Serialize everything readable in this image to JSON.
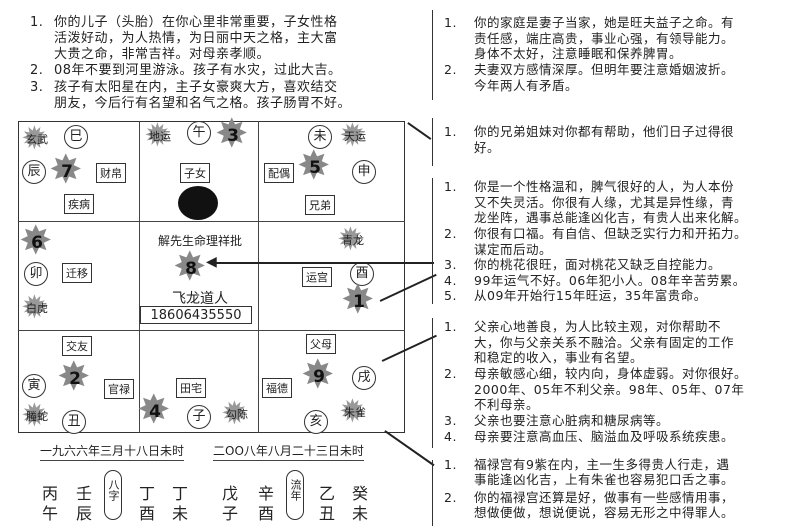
{
  "left_notes": [
    {
      "n": "1.",
      "lines": [
        "你的儿子（头胎）在你心里非常重要，子女性格",
        "活泼好动，为人热情，为日丽中天之格，主大富",
        "大贵之命，非常吉祥。对母亲孝顺。"
      ]
    },
    {
      "n": "2.",
      "lines": [
        "08年不要到河里游泳。孩子有水灾，过此大吉。"
      ]
    },
    {
      "n": "3.",
      "lines": [
        "孩子有太阳星在内，主子女豪爽大方，喜欢结交",
        "朋友，今后行有名望和名气之格。孩子肠胃不好。"
      ]
    }
  ],
  "right_notes": [
    {
      "n": "1.",
      "lines": [
        "你的家庭是妻子当家，她是旺夫益子之命。有",
        "责任感，端庄高贵，事业心强，有领导能力。",
        "身体不太好，注意睡眠和保养脾胃。"
      ]
    },
    {
      "n": "2.",
      "lines": [
        "夫妻双方感情深厚。但明年要注意婚姻波折。",
        "今年两人有矛盾。"
      ]
    },
    {
      "n": "1.",
      "lines": [
        "你的兄弟姐妹对你都有帮助，他们日子过得很",
        "好。"
      ]
    },
    {
      "n": "1.",
      "lines": [
        "你是一个性格温和，脾气很好的人，为人本份",
        "又不失灵活。你很有人缘，尤其是异性缘，青",
        "龙坐阵，遇事总能逢凶化吉，有贵人出来化解。"
      ]
    },
    {
      "n": "2.",
      "lines": [
        "你很有口福。有自信、但缺乏实行力和开拓力。",
        "谋定而后动。"
      ]
    },
    {
      "n": "3.",
      "lines": [
        "你的桃花很旺，面对桃花又缺乏自控能力。"
      ]
    },
    {
      "n": "4.",
      "lines": [
        "99年运气不好。06年犯小人。08年辛苦劳累。"
      ]
    },
    {
      "n": "5.",
      "lines": [
        "从09年开始行15年旺运，35年富贵命。"
      ]
    },
    {
      "n": "1.",
      "lines": [
        "父亲心地善良，为人比较主观，对你帮助不",
        "大，你与父亲关系不融洽。父亲有固定的工作",
        "和稳定的收入，事业有名望。"
      ]
    },
    {
      "n": "2.",
      "lines": [
        "母亲敏感心细，较内向，身体虚弱。对你很好。",
        "2000年、05年不利父亲。98年、05年、07年",
        "不利母亲。"
      ]
    },
    {
      "n": "3.",
      "lines": [
        "父亲也要注意心脏病和糖尿病等。"
      ]
    },
    {
      "n": "4.",
      "lines": [
        "母亲要注意高血压、脑溢血及呼吸系统疾患。"
      ]
    },
    {
      "n": "1.",
      "lines": [
        "福禄宫有9紫在内，主一生多得贵人行走，遇",
        "事能逢凶化吉，上有朱雀也容易犯口舌之事。"
      ]
    },
    {
      "n": "2.",
      "lines": [
        "你的福禄宫还算是好，做事有一些感情用事，",
        "想做便做，想说便说，容易无形之中得罪人。"
      ]
    }
  ],
  "chart": {
    "branches": {
      "si": "巳",
      "wu": "午",
      "wei": "未",
      "shen": "申",
      "chen": "辰",
      "you": "酉",
      "mao": "卯",
      "yin": "寅",
      "chou": "丑",
      "zi": "子",
      "hai": "亥",
      "xu": "戌"
    },
    "stars": {
      "s7": "7",
      "s3": "3",
      "s5": "5",
      "s6": "6",
      "s8": "8",
      "s1": "1",
      "s2": "2",
      "s4": "4",
      "s9": "9"
    },
    "badges": {
      "xuanwu": "玄武",
      "diyun": "地运",
      "tianyun": "天运",
      "qinglong": "青龙",
      "baihu": "白虎",
      "tengshe": "螣蛇",
      "goulian": "勾陈",
      "zhuque": "朱雀"
    },
    "palaces": {
      "caibo": "财帛",
      "jibing": "疾病",
      "zinv": "子女",
      "peiou": "配偶",
      "xiongdi": "兄弟",
      "qianyi": "迁移",
      "yungong": "运宫",
      "jiaoyou": "交友",
      "fumu": "父母",
      "guanlu": "官禄",
      "tianzhai": "田宅",
      "fude": "福德"
    },
    "center_title": "解先生命理祥批",
    "center_name": "飞龙道人",
    "center_phone": "18606435550"
  },
  "dates": {
    "birth": "一九六六年三月十八日未时",
    "flow": "二OO八年八月二十三日未时"
  },
  "pillars": {
    "bazi_top": [
      "丙",
      "壬",
      "丁",
      "丁"
    ],
    "bazi_bottom": [
      "午",
      "辰",
      "酉",
      "未"
    ],
    "bazi_label": "八字",
    "liunian_top": [
      "戊",
      "辛",
      "乙",
      "癸"
    ],
    "liunian_bottom": [
      "子",
      "酉",
      "丑",
      "未"
    ],
    "liunian_label": "流年"
  }
}
